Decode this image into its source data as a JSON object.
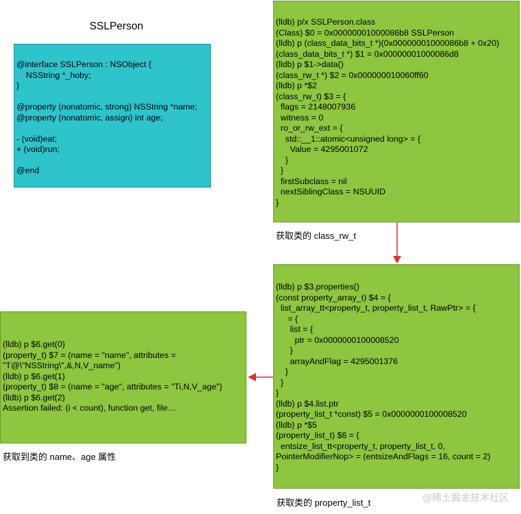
{
  "class_title": "SSLPerson",
  "interface_lines": [
    "@interface SSLPerson : NSObject {",
    "    NSString *_hoby;",
    "}",
    "",
    "@property (nonatomic, strong) NSString *name;",
    "@property (nonatomic, assign) int age;",
    "",
    "- (void)eat;",
    "+ (void)run;",
    "",
    "@end"
  ],
  "box1_lines": [
    "(lldb) p/x SSLPerson.class",
    "(Class) $0 = 0x00000001000086b8 SSLPerson",
    "(lldb) p (class_data_bits_t *)(0x00000001000086b8 + 0x20)",
    "(class_data_bits_t *) $1 = 0x00000001000086d8",
    "(lldb) p $1->data()",
    "(class_rw_t *) $2 = 0x000000010060ff60",
    "(lldb) p *$2",
    "(class_rw_t) $3 = {",
    "  flags = 2148007936",
    "  witness = 0",
    "  ro_or_rw_ext = {",
    "    std::__1::atomic<unsigned long> = {",
    "      Value = 4295001072",
    "    }",
    "  }",
    "  firstSubclass = nil",
    "  nextSiblingClass = NSUUID",
    "}"
  ],
  "box1_caption": "获取类的 class_rw_t",
  "box2_lines": [
    "(lldb) p $3.properties()",
    "(const property_array_t) $4 = {",
    "  list_array_tt<property_t, property_list_t, RawPtr> = {",
    "     = {",
    "      list = {",
    "        ptr = 0x0000000100008520",
    "      }",
    "      arrayAndFlag = 4295001376",
    "    }",
    "  }",
    "}",
    "(lldb) p $4.list.ptr",
    "(property_list_t *const) $5 = 0x0000000100008520",
    "(lldb) p *$5",
    "(property_list_t) $6 = {",
    "  entsize_list_tt<property_t, property_list_t, 0,",
    "PointerModifierNop> = (entsizeAndFlags = 16, count = 2)",
    "}"
  ],
  "box2_caption": "获取类的 property_list_t",
  "box3_lines": [
    "(lldb) p $6.get(0)",
    "(property_t) $7 = (name = \"name\", attributes =",
    "\"T@\\\"NSString\\\",&,N,V_name\")",
    "(lldb) p $6.get(1)",
    "(property_t) $8 = (name = \"age\", attributes = \"Ti,N,V_age\")",
    "(lldb) p $6.get(2)",
    "Assertion failed: (i < count), function get, file…"
  ],
  "box3_caption": "获取到类的 name、age 属性",
  "watermark": "@稀土掘金技术社区",
  "colors": {
    "green": "#8dc63f",
    "cyan": "#2ec4cc",
    "arrow": "#e03030"
  }
}
